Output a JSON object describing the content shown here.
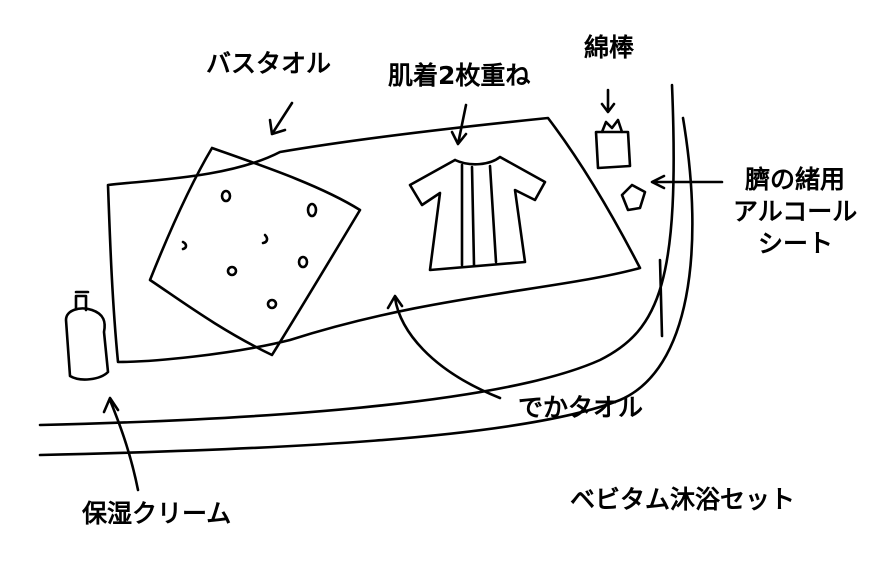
{
  "title": "ベビタム沐浴セット",
  "labels": {
    "bath_towel": "バスタオル",
    "underwear": "肌着2枚重ね",
    "cotton_swab": "綿棒",
    "alcohol_sheet_1": "臍の緒用",
    "alcohol_sheet_2": "アルコール",
    "alcohol_sheet_3": "シート",
    "big_towel": "でかタオル",
    "moisturizer": "保湿クリーム"
  },
  "colors": {
    "ink": "#000000",
    "background": "#ffffff"
  }
}
